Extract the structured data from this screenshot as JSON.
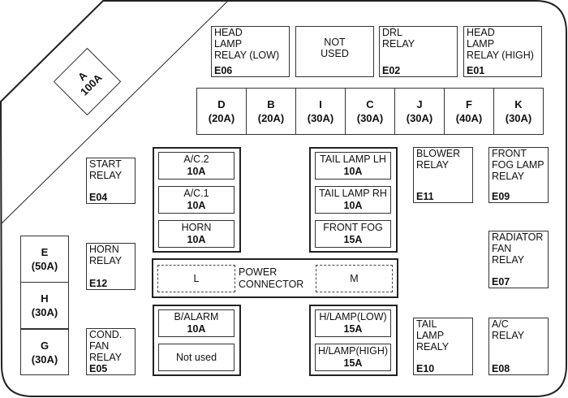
{
  "top_relays": [
    {
      "lines": [
        "HEAD",
        "LAMP",
        "RELAY (LOW)"
      ],
      "code": "E06"
    },
    {
      "lines": [
        "NOT",
        "USED"
      ],
      "code": ""
    },
    {
      "lines": [
        "DRL",
        "RELAY"
      ],
      "code": "E02"
    },
    {
      "lines": [
        "HEAD",
        "LAMP",
        "RELAY (HIGH)"
      ],
      "code": "E01"
    }
  ],
  "main_fuse": {
    "letter": "A",
    "rating": "100A"
  },
  "fuse_row": [
    {
      "letter": "D",
      "rating": "(20A)"
    },
    {
      "letter": "B",
      "rating": "(20A)"
    },
    {
      "letter": "I",
      "rating": "(30A)"
    },
    {
      "letter": "C",
      "rating": "(30A)"
    },
    {
      "letter": "J",
      "rating": "(30A)"
    },
    {
      "letter": "F",
      "rating": "(40A)"
    },
    {
      "letter": "K",
      "rating": "(30A)"
    }
  ],
  "left_fuses": [
    {
      "letter": "E",
      "rating": "(50A)"
    },
    {
      "letter": "H",
      "rating": "(30A)"
    },
    {
      "letter": "G",
      "rating": "(30A)"
    }
  ],
  "relays": {
    "start": {
      "lines": [
        "START",
        "RELAY"
      ],
      "code": "E04"
    },
    "horn": {
      "lines": [
        "HORN",
        "RELAY"
      ],
      "code": "E12"
    },
    "cond_fan": {
      "lines": [
        "COND.",
        "FAN",
        "RELAY"
      ],
      "code": "E05"
    },
    "blower": {
      "lines": [
        "BLOWER",
        "RELAY"
      ],
      "code": "E11"
    },
    "front_fog": {
      "lines": [
        "FRONT",
        "FOG LAMP",
        "RELAY"
      ],
      "code": "E09"
    },
    "radiator": {
      "lines": [
        "RADIATOR",
        "FAN",
        "RELAY"
      ],
      "code": "E07"
    },
    "tail": {
      "lines": [
        "TAIL",
        "LAMP",
        "REALY"
      ],
      "code": "E10"
    },
    "ac": {
      "lines": [
        "A/C",
        "RELAY"
      ],
      "code": "E08"
    }
  },
  "group_left_top": [
    {
      "name": "A/C.2",
      "rating": "10A"
    },
    {
      "name": "A/C.1",
      "rating": "10A"
    },
    {
      "name": "HORN",
      "rating": "10A"
    }
  ],
  "group_right_top": [
    {
      "name": "TAIL LAMP LH",
      "rating": "10A"
    },
    {
      "name": "TAIL LAMP RH",
      "rating": "10A"
    },
    {
      "name": "FRONT FOG",
      "rating": "15A"
    }
  ],
  "group_left_bottom": [
    {
      "name": "B/ALARM",
      "rating": "10A"
    },
    {
      "name": "Not used",
      "rating": ""
    }
  ],
  "group_right_bottom": [
    {
      "name": "H/LAMP(LOW)",
      "rating": "15A"
    },
    {
      "name": "H/LAMP(HIGH)",
      "rating": "15A"
    }
  ],
  "power_connector": {
    "label_line1": "POWER",
    "label_line2": "CONNECTOR",
    "left": "L",
    "right": "M"
  }
}
